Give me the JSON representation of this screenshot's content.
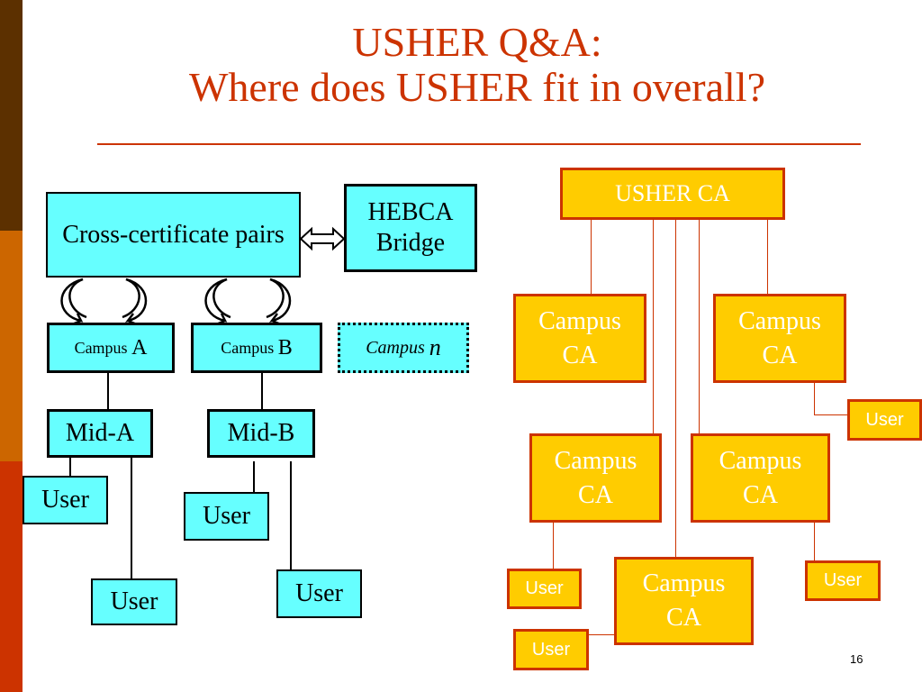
{
  "slide": {
    "title_line1": "USHER Q&A:",
    "title_line2": "Where does USHER fit in overall?",
    "page_number": "16"
  },
  "colors": {
    "title": "#cc3300",
    "cyan_box": "#66ffff",
    "orange_box": "#ffcc00",
    "orange_border": "#cc3300",
    "stripes": [
      "#5c3000",
      "#cc6600",
      "#cc3300"
    ]
  },
  "left_diagram": {
    "cross_cert": "Cross-certificate pairs",
    "hebca_line1": "HEBCA",
    "hebca_line2": "Bridge",
    "campus_a_prefix": "Campus ",
    "campus_a_suffix": "A",
    "campus_b_prefix": "Campus ",
    "campus_b_suffix": "B",
    "campus_n_prefix": "Campus ",
    "campus_n_suffix": "n",
    "mid_a": "Mid-A",
    "mid_b": "Mid-B",
    "user1": "User",
    "user2": "User",
    "user3": "User",
    "user4": "User"
  },
  "right_diagram": {
    "usher_ca": "USHER CA",
    "campus_ca_line1": "Campus",
    "campus_ca_line2": "CA",
    "user": "User"
  }
}
